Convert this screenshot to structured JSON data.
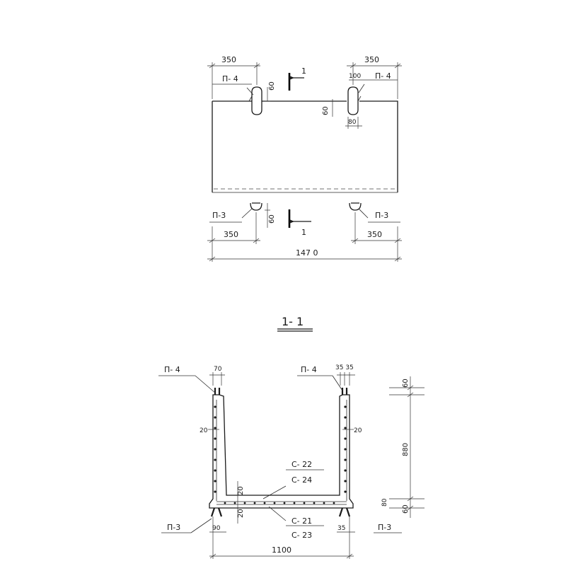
{
  "plan": {
    "top_left_dim": "350",
    "top_right_dim": "350",
    "top_right_offset": "100",
    "top_left_loop": "П- 4",
    "top_right_loop": "П- 4",
    "loop_height_left": "60",
    "loop_height_mid": "60",
    "loop_width": "80",
    "bottom_left_loop": "П-3",
    "bottom_right_loop": "П-3",
    "bottom_left_dim": "350",
    "bottom_right_dim": "350",
    "bottom_loop_height": "60",
    "overall_length": "147 0",
    "cut_mark_top": "1",
    "cut_mark_bottom": "1"
  },
  "section": {
    "title": "1- 1",
    "left_top_loop": "П- 4",
    "right_top_loop": "П- 4",
    "left_top_dim": "70",
    "right_top_dims": "35 35",
    "left_wall_cover": "20",
    "right_wall_cover": "20",
    "mesh_upper_a": "С- 22",
    "mesh_upper_b": "С- 24",
    "mesh_lower_a": "С- 21",
    "mesh_lower_b": "С- 23",
    "floor_cover_top": "20",
    "floor_cover_bottom": "20",
    "left_bottom_loop": "П-3",
    "right_bottom_loop": "П-3",
    "left_bottom_dim": "90",
    "right_bottom_dim": "35",
    "overall_width": "1100",
    "height_top": "60",
    "height_main": "880",
    "height_floor_a": "80",
    "height_floor_b": "60"
  }
}
